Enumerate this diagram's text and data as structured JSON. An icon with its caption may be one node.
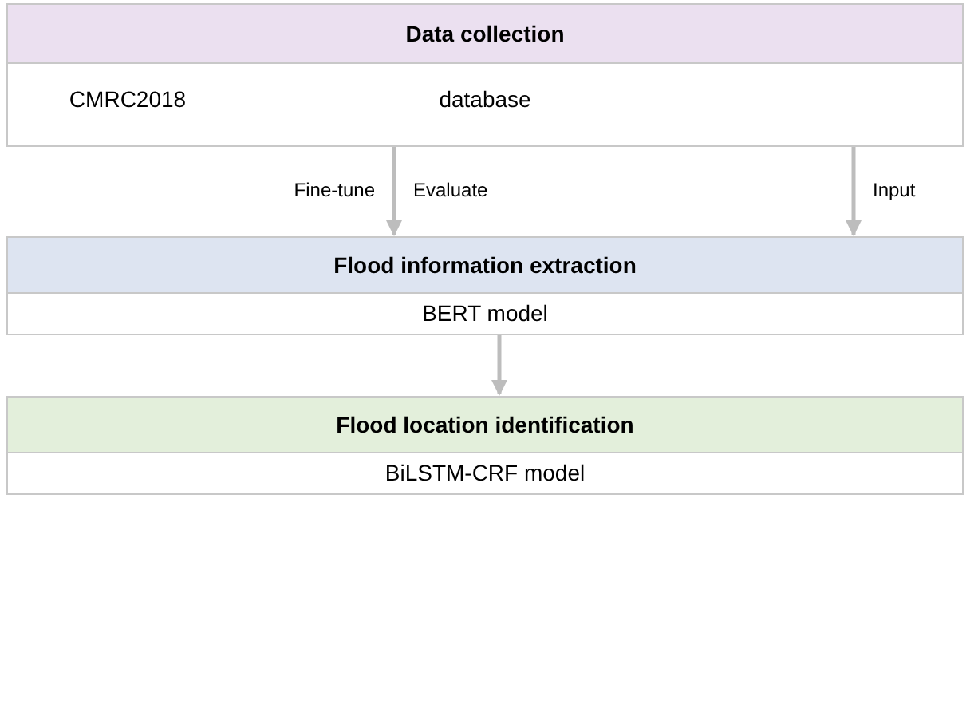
{
  "diagram": {
    "nodes": [
      {
        "text": [
          "Data collection"
        ]
      },
      {
        "text": [
          "Flood information extraction",
          "BERT model"
        ]
      },
      {
        "text": [
          "Flood location identification",
          "BiLSTM-CRF model"
        ]
      }
    ],
    "edges": [
      {
        "from": 0,
        "to": 1,
        "arrow": "to",
        "label": "Fine-tune"
      },
      {
        "from": 0,
        "to": 1,
        "arrow": "to",
        "label": "Input"
      },
      {
        "from": 1,
        "to": 2,
        "arrow": "to"
      }
    ],
    "labels": [
      "CMRC2018",
      "database",
      "Evaluate"
    ]
  }
}
